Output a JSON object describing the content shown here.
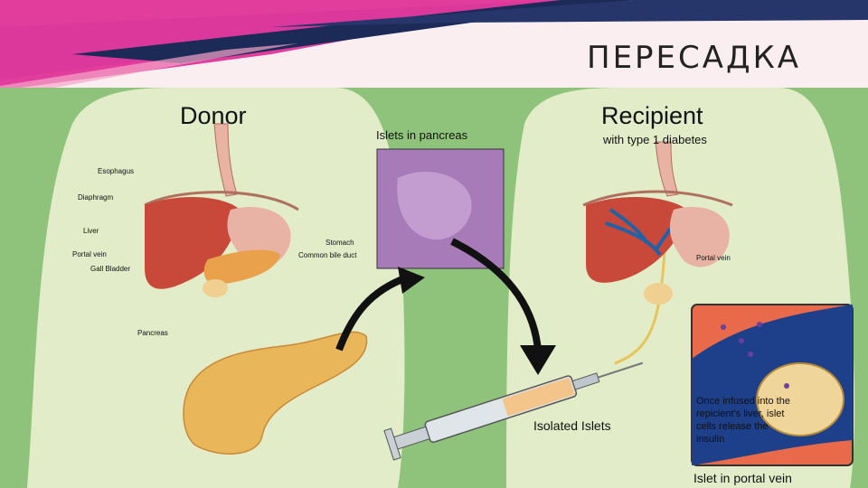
{
  "slide": {
    "title": "ПЕРЕСАДКА"
  },
  "figure": {
    "donor": {
      "heading": "Donor",
      "organs": {
        "esophagus": "Esophagus",
        "diaphragm": "Diaphragm",
        "liver": "Liver",
        "portal_vein": "Portal vein",
        "gall_bladder": "Gall Bladder",
        "stomach": "Stomach",
        "common_bile_duct": "Common bile duct",
        "pancreas": "Pancreas"
      }
    },
    "islets_in_pancreas": "Islets in pancreas",
    "isolated_islets": "Isolated Islets",
    "recipient": {
      "heading": "Recipient",
      "subheading": "with type 1 diabetes",
      "portal_vein": "Portal vein"
    },
    "inset": {
      "note": "Once infused into the repicient's liver, islet cells release the insulin",
      "caption": "Islet in portal vein"
    }
  },
  "colors": {
    "stripe_magenta": "#e23c9d",
    "stripe_navy": "#1c2a57",
    "panel_green": "#8fc37b",
    "body_silhouette": "#e2ecc8",
    "liver": "#c8483a",
    "stomach": "#e8b2a4",
    "pancreas": "#e9b75a",
    "islet_tissue": "#a77ab8",
    "vein_blue": "#1e63a7",
    "inset_bg": "#e86a4a"
  }
}
